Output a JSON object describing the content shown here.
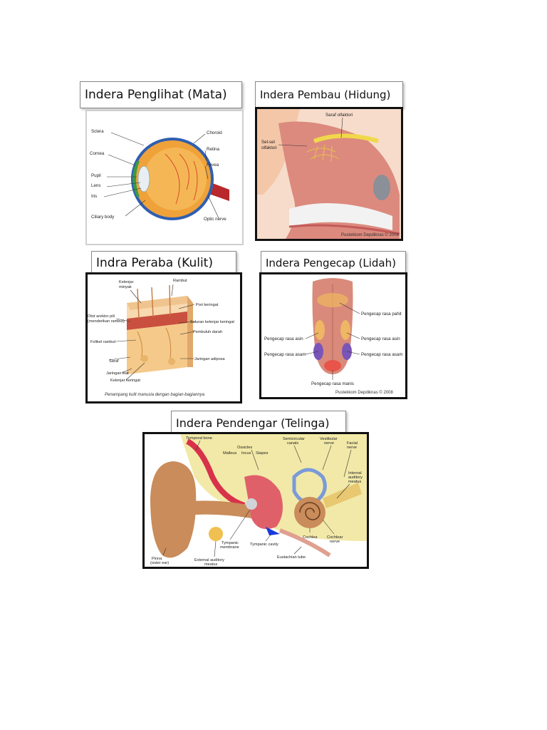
{
  "panels": {
    "eye": {
      "title": "Indera Penglihat (Mata)",
      "labels": [
        "Sclera",
        "Cornea",
        "Pupil",
        "Lens",
        "Iris",
        "Ciliary body",
        "Choroid",
        "Retina",
        "Fovea",
        "Optic nerve"
      ]
    },
    "nose": {
      "title": "Indera Pembau (Hidung)",
      "labels": [
        "Saraf olfaktori",
        "Sel-sel",
        "olfaktori"
      ],
      "copyright": "Pustekkom Depdiknas © 2008"
    },
    "skin": {
      "title": "Indra Peraba (Kulit)",
      "labels": [
        "Kelenjar",
        "minyak",
        "Rambut",
        "Pori keringat",
        "Otot arektor pili",
        "(menderikan rambut)",
        "Saluran kelenjar keringat",
        "Pembuluh darah",
        "Folikel rambut",
        "Jaringan adiposa",
        "Saraf",
        "Jaringan ikat",
        "Kelenjar keringat"
      ],
      "caption": "Penampang kulit manusia dengan bagian-bagiannya"
    },
    "tongue": {
      "title": "Indera Pengecap (Lidah)",
      "labels": [
        "Pengecap rasa pahit",
        "Pengecap rasa asin",
        "Pengecap rasa asin",
        "Pengecap rasa asam",
        "Pengecap rasa asam",
        "Pengecap rasa manis"
      ],
      "copyright": "Pustekkom Depdiknas © 2008"
    },
    "ear": {
      "title": "Indera Pendengar (Telinga)",
      "labels": [
        "Temporal bone",
        "Ossicles",
        "Malleus",
        "Incus",
        "Stapes",
        "Semicircular",
        "canals",
        "Vestibular",
        "nerve",
        "Facial",
        "nerve",
        "Internal",
        "auditory",
        "meatus",
        "Cochlea",
        "Cochlear",
        "nerve",
        "Tympanic",
        "membrane",
        "Tympanic cavity",
        "Eustachian tube",
        "Pinna",
        "(outer ear)",
        "External auditory",
        "meatus"
      ]
    }
  },
  "colors": {
    "frame": "#111111",
    "eyeball": "#f0a23a",
    "skin": "#f5c98a",
    "tongue": "#d98a7a",
    "ear_skin": "#c98c5a",
    "bone": "#f2e9a8"
  }
}
